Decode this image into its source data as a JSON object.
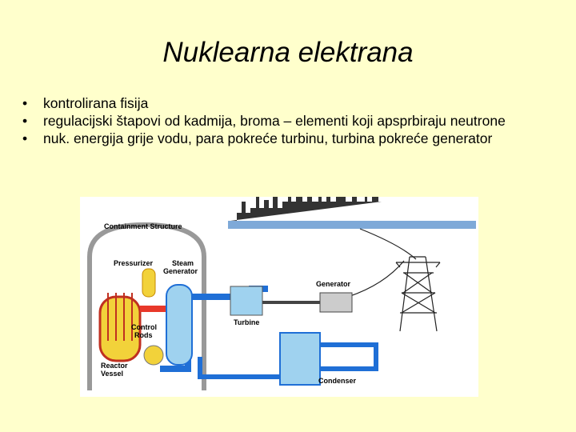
{
  "title": "Nuklearna elektrana",
  "bullets": [
    "kontrolirana fisija",
    "regulacijski štapovi od kadmija, broma – elementi koji apsprbiraju neutrone",
    "nuk. energija grije vodu, para pokreće turbinu, turbina pokreće generator"
  ],
  "bullet_symbol": "•",
  "diagram": {
    "labels": {
      "containment": "Containment Structure",
      "pressurizer": "Pressurizer",
      "steam_generator_1": "Steam",
      "steam_generator_2": "Generator",
      "control_rods_1": "Control",
      "control_rods_2": "Rods",
      "reactor_vessel_1": "Reactor",
      "reactor_vessel_2": "Vessel",
      "turbine": "Turbine",
      "generator": "Generator",
      "condenser": "Condenser"
    },
    "colors": {
      "hot_loop": "#e8382a",
      "cold_loop": "#1f6fd6",
      "steam": "#9fd2ef",
      "vessel": "#f2d23a",
      "city": "#333333"
    }
  }
}
